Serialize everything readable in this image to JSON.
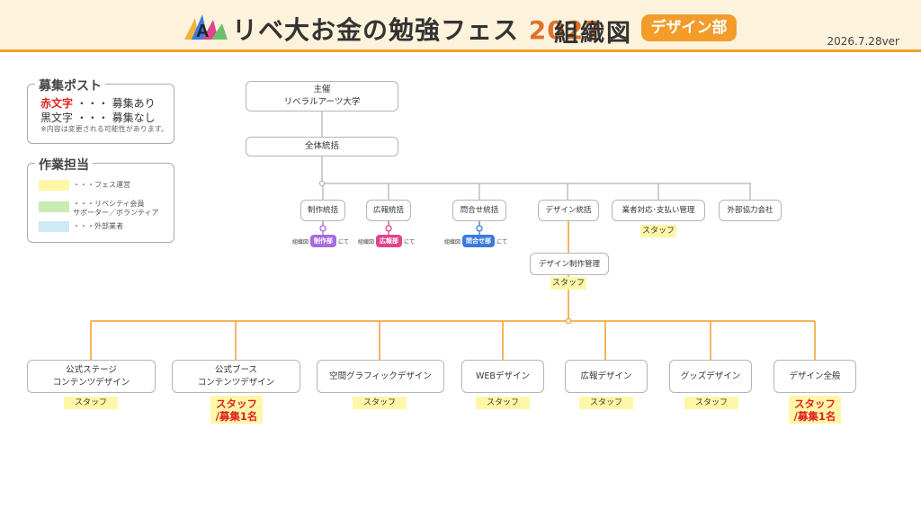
{
  "header": {
    "title_main": "リベ大お金の勉強フェス",
    "title_year": "2027",
    "subtitle": "組織図",
    "department": "デザイン部",
    "version": "2026.7.28ver"
  },
  "legend_recruit": {
    "title": "募集ポスト",
    "red_label": "赤文字",
    "red_desc": "・・・ 募集あり",
    "black_label": "黒文字",
    "black_desc": "・・・ 募集なし",
    "note": "※内容は変更される可能性があります。"
  },
  "legend_role": {
    "title": "作業担当",
    "items": [
      {
        "color": "#fff7a8",
        "label": "・・・フェス運営"
      },
      {
        "color": "#c8ecb4",
        "label": "・・・リベシティ会員\nサポーター／ボランティア"
      },
      {
        "color": "#cdeaf5",
        "label": "・・・外部業者"
      }
    ]
  },
  "org": {
    "top": "主催\nリベラルアーツ大学",
    "overall": "全体統括",
    "l2": [
      {
        "label": "制作統括",
        "ref_prefix": "組織図",
        "dept": "制作部",
        "ref_suffix": "にて",
        "color": "#a56be0"
      },
      {
        "label": "広報統括",
        "ref_prefix": "組織図",
        "dept": "広報部",
        "ref_suffix": "にて",
        "color": "#e0448a"
      },
      {
        "label": "問合せ統括",
        "ref_prefix": "組織図",
        "dept": "問合せ部",
        "ref_suffix": "にて",
        "color": "#3a7be0"
      },
      {
        "label": "デザイン統括"
      },
      {
        "label": "業者対応･支払い管理",
        "staff": "スタッフ"
      },
      {
        "label": "外部協力会社"
      }
    ],
    "mgmt": {
      "label": "デザイン制作管理",
      "staff": "スタッフ"
    },
    "teams": [
      {
        "label": "公式ステージ\nコンテンツデザイン",
        "staff": "スタッフ"
      },
      {
        "label": "公式ブース\nコンテンツデザイン",
        "staff": "スタッフ\n/募集1名",
        "recruit": true
      },
      {
        "label": "空間グラフィックデザイン",
        "staff": "スタッフ"
      },
      {
        "label": "WEBデザイン",
        "staff": "スタッフ"
      },
      {
        "label": "広報デザイン",
        "staff": "スタッフ"
      },
      {
        "label": "グッズデザイン",
        "staff": "スタッフ"
      },
      {
        "label": "デザイン全般",
        "staff": "スタッフ\n/募集1名",
        "recruit": true
      }
    ]
  },
  "colors": {
    "accent": "#f39c2a",
    "line_gray": "#b5b5b5",
    "red": "#e02020"
  }
}
